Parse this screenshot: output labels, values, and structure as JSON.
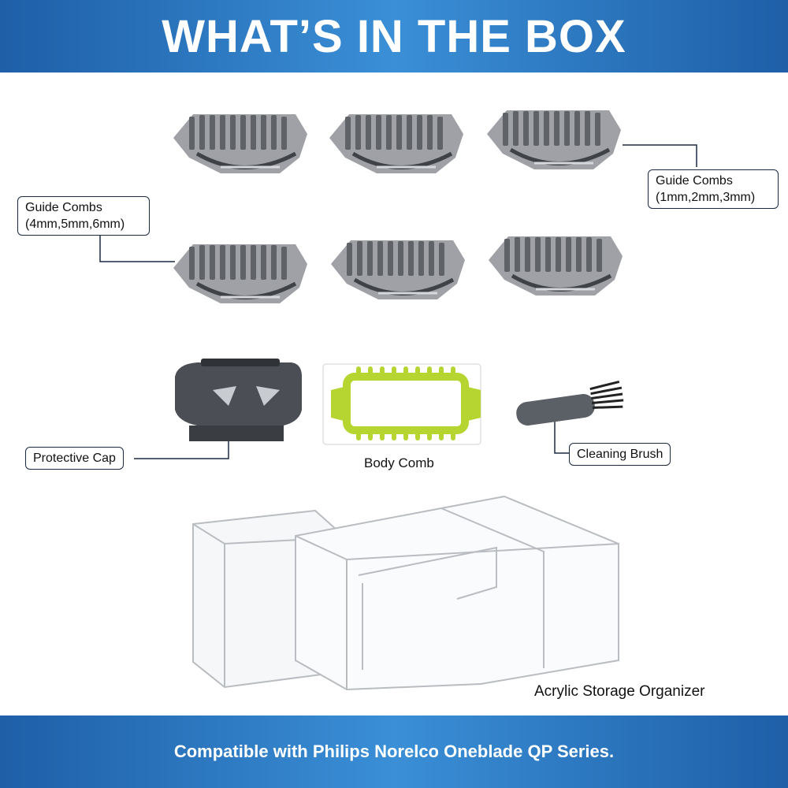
{
  "header": {
    "title": "WHAT’S IN THE BOX"
  },
  "labels": {
    "guide_combs_small": {
      "line1": "Guide Combs",
      "line2": "(1mm,2mm,3mm)"
    },
    "guide_combs_large": {
      "line1": "Guide Combs",
      "line2": "(4mm,5mm,6mm)"
    },
    "protective_cap": "Protective Cap",
    "body_comb": "Body Comb",
    "cleaning_brush": "Cleaning Brush",
    "storage_organizer": "Acrylic Storage Organizer"
  },
  "footer": {
    "text": "Compatible with Philips Norelco Oneblade QP Series."
  },
  "colors": {
    "banner": "#2a78c4",
    "comb_gray": "#5f6368",
    "body_comb_green": "#b6d530",
    "label_border": "#1b2a44"
  }
}
